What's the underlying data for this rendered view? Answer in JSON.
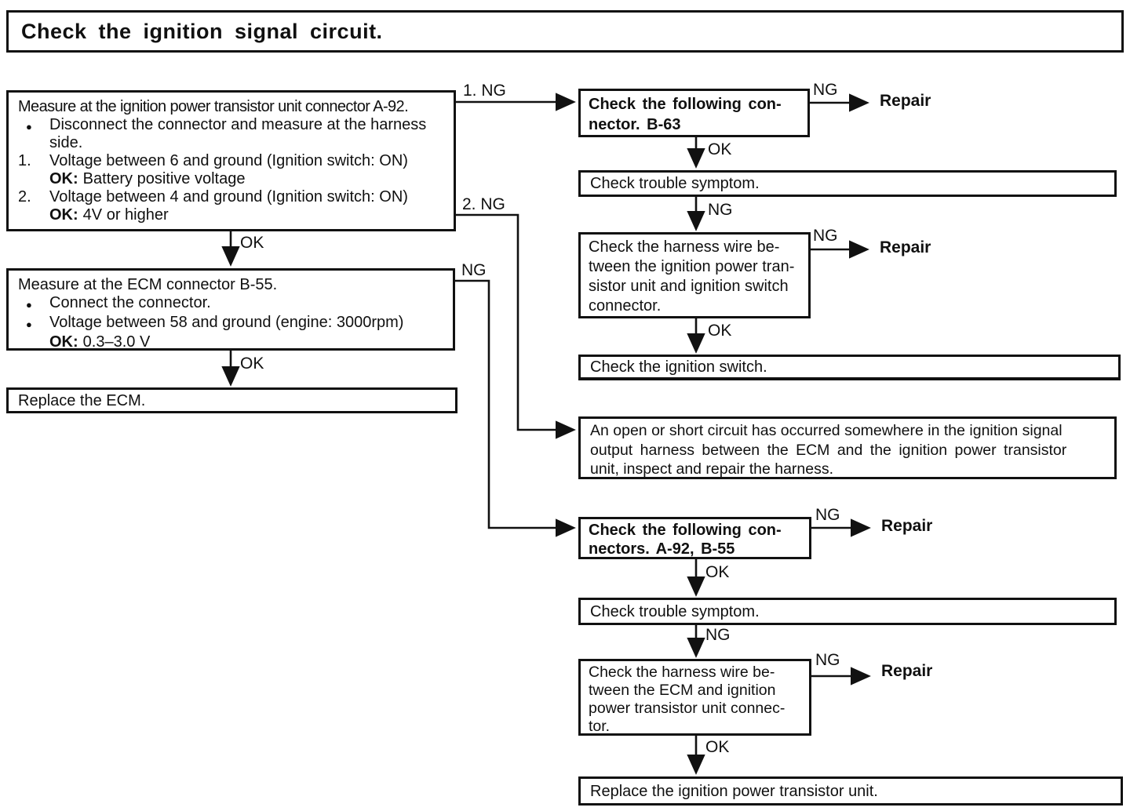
{
  "title": "Check the ignition signal circuit.",
  "labels": {
    "ok": "OK",
    "ng": "NG",
    "ng_1": "1. NG",
    "ng_2": "2. NG",
    "repair": "Repair",
    "bullet": "●"
  },
  "nodes": {
    "measure_transistor": {
      "title": "Measure at the ignition power transistor unit connector A-92.",
      "bullet_1": "Disconnect the connector and measure at the harness side.",
      "step_1_num": "1.",
      "step_1_text": "Voltage between 6 and ground (Ignition switch: ON)",
      "step_1_ok_prefix": "OK:",
      "step_1_ok_value": "Battery positive voltage",
      "step_2_num": "2.",
      "step_2_text": "Voltage between 4 and ground (Ignition switch: ON)",
      "step_2_ok_prefix": "OK:",
      "step_2_ok_value": "4V or higher"
    },
    "measure_ecm": {
      "title": "Measure at the ECM connector B-55.",
      "bullet_1": "Connect the connector.",
      "bullet_2": "Voltage between 58 and ground (engine: 3000rpm)",
      "ok_prefix": "OK:",
      "ok_value": "0.3–3.0 V"
    },
    "replace_ecm": {
      "text": "Replace the ECM."
    },
    "check_connector_b63": {
      "line_1": "Check the following con-",
      "line_2": "nector. B-63"
    },
    "check_trouble_symptom_1": {
      "text": "Check trouble symptom."
    },
    "check_harness_ignition": {
      "line_1": "Check the harness wire be-",
      "line_2": "tween the ignition power tran-",
      "line_3": "sistor unit and ignition switch",
      "line_4": "connector."
    },
    "check_ignition_switch": {
      "text": "Check the ignition switch."
    },
    "open_short_circuit": {
      "line_1": "An open or short circuit has occurred somewhere in the ignition signal",
      "line_2": "output harness between the ECM and the ignition power transistor",
      "line_3": "unit, inspect and repair the harness."
    },
    "check_connectors_a92_b55": {
      "line_1": "Check the following con-",
      "line_2": "nectors. A-92, B-55"
    },
    "check_trouble_symptom_2": {
      "text": "Check trouble symptom."
    },
    "check_harness_ecm": {
      "line_1": "Check the harness wire be-",
      "line_2": "tween the ECM and ignition",
      "line_3": "power transistor unit connec-",
      "line_4": "tor."
    },
    "replace_transistor": {
      "text": "Replace the ignition power transistor unit."
    }
  }
}
